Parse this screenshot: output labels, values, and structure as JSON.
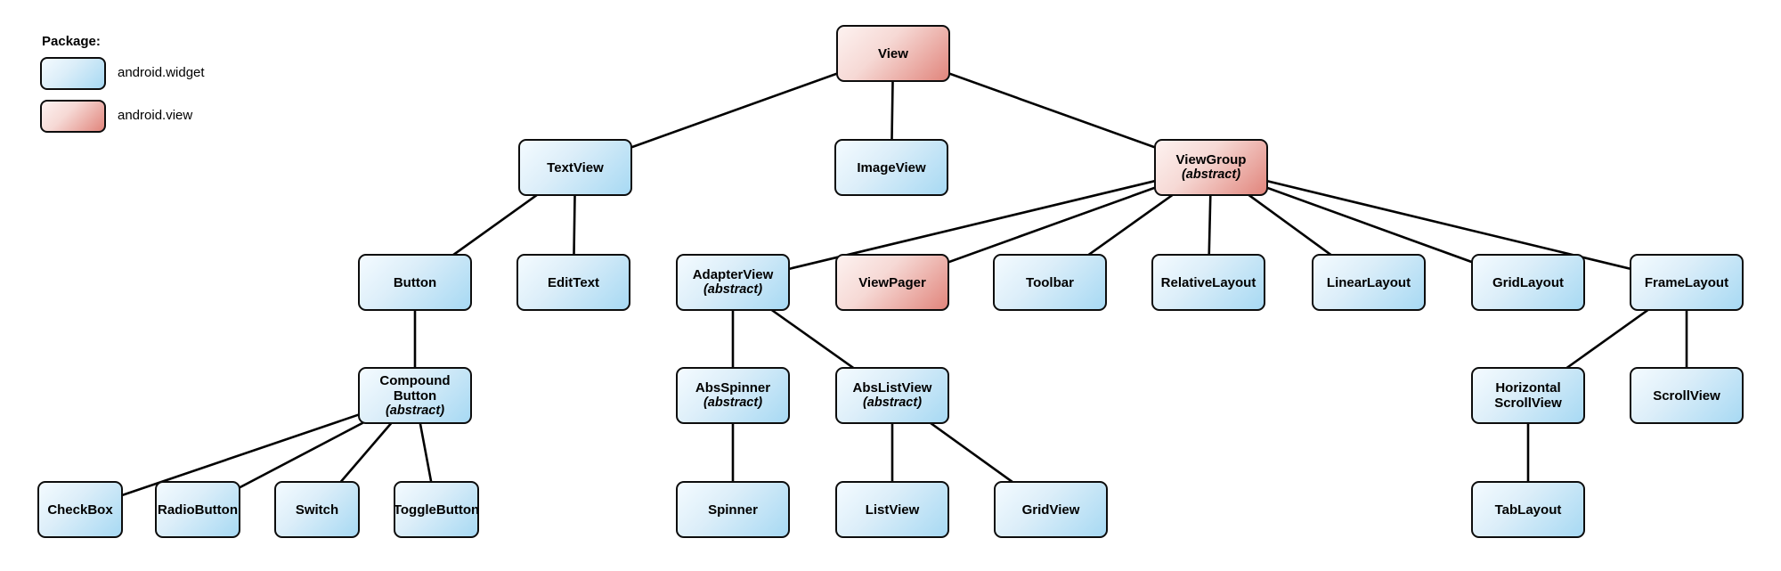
{
  "legend": {
    "title": "Package:",
    "items": [
      {
        "label": "android.widget",
        "package": "android.widget"
      },
      {
        "label": "android.view",
        "package": "android.view"
      }
    ]
  },
  "colors": {
    "widget_gradient_start": "#f4fbff",
    "widget_gradient_end": "#a7d9f3",
    "view_gradient_start": "#fdf2f0",
    "view_gradient_end": "#e1857c",
    "node_border": "#0d0d0d",
    "edge": "#000000"
  },
  "nodes": {
    "view": {
      "label": "View",
      "package": "android.view"
    },
    "textview": {
      "label": "TextView",
      "package": "android.widget"
    },
    "imageview": {
      "label": "ImageView",
      "package": "android.widget"
    },
    "viewgroup": {
      "label": "ViewGroup",
      "sublabel": "(abstract)",
      "package": "android.view"
    },
    "button": {
      "label": "Button",
      "package": "android.widget"
    },
    "edittext": {
      "label": "EditText",
      "package": "android.widget"
    },
    "adapterview": {
      "label": "AdapterView",
      "sublabel": "(abstract)",
      "package": "android.widget"
    },
    "viewpager": {
      "label": "ViewPager",
      "package": "android.view"
    },
    "toolbar": {
      "label": "Toolbar",
      "package": "android.widget"
    },
    "relativelayout": {
      "label": "RelativeLayout",
      "package": "android.widget"
    },
    "linearlayout": {
      "label": "LinearLayout",
      "package": "android.widget"
    },
    "gridlayout": {
      "label": "GridLayout",
      "package": "android.widget"
    },
    "framelayout": {
      "label": "FrameLayout",
      "package": "android.widget"
    },
    "compoundbutton": {
      "label": "Compound\nButton",
      "sublabel": "(abstract)",
      "package": "android.widget"
    },
    "absspinner": {
      "label": "AbsSpinner",
      "sublabel": "(abstract)",
      "package": "android.widget"
    },
    "abslistview": {
      "label": "AbsListView",
      "sublabel": "(abstract)",
      "package": "android.widget"
    },
    "horizontalscrollview": {
      "label": "Horizontal\nScrollView",
      "package": "android.widget"
    },
    "scrollview": {
      "label": "ScrollView",
      "package": "android.widget"
    },
    "checkbox": {
      "label": "CheckBox",
      "package": "android.widget"
    },
    "radiobutton": {
      "label": "RadioButton",
      "package": "android.widget"
    },
    "switch": {
      "label": "Switch",
      "package": "android.widget"
    },
    "togglebutton": {
      "label": "ToggleButton",
      "package": "android.widget"
    },
    "spinner": {
      "label": "Spinner",
      "package": "android.widget"
    },
    "listview": {
      "label": "ListView",
      "package": "android.widget"
    },
    "gridview": {
      "label": "GridView",
      "package": "android.widget"
    },
    "tablayout": {
      "label": "TabLayout",
      "package": "android.widget"
    }
  },
  "edges": [
    [
      "view",
      "textview"
    ],
    [
      "view",
      "imageview"
    ],
    [
      "view",
      "viewgroup"
    ],
    [
      "textview",
      "button"
    ],
    [
      "textview",
      "edittext"
    ],
    [
      "button",
      "compoundbutton"
    ],
    [
      "compoundbutton",
      "checkbox"
    ],
    [
      "compoundbutton",
      "radiobutton"
    ],
    [
      "compoundbutton",
      "switch"
    ],
    [
      "compoundbutton",
      "togglebutton"
    ],
    [
      "viewgroup",
      "adapterview"
    ],
    [
      "viewgroup",
      "viewpager"
    ],
    [
      "viewgroup",
      "toolbar"
    ],
    [
      "viewgroup",
      "relativelayout"
    ],
    [
      "viewgroup",
      "linearlayout"
    ],
    [
      "viewgroup",
      "gridlayout"
    ],
    [
      "viewgroup",
      "framelayout"
    ],
    [
      "adapterview",
      "absspinner"
    ],
    [
      "adapterview",
      "abslistview"
    ],
    [
      "absspinner",
      "spinner"
    ],
    [
      "abslistview",
      "listview"
    ],
    [
      "abslistview",
      "gridview"
    ],
    [
      "framelayout",
      "horizontalscrollview"
    ],
    [
      "framelayout",
      "scrollview"
    ],
    [
      "horizontalscrollview",
      "tablayout"
    ]
  ]
}
